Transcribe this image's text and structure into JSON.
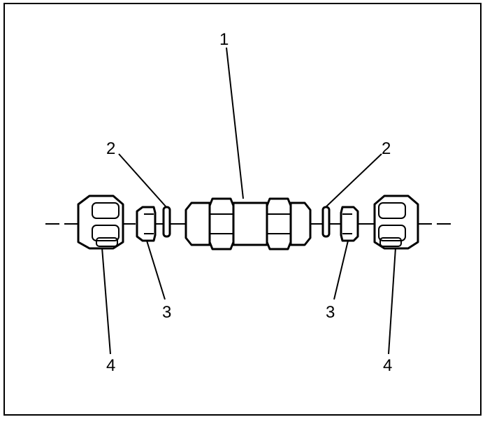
{
  "diagram": {
    "callouts": {
      "center_fitting": "1",
      "left_seal": "2",
      "right_seal": "2",
      "left_ferrule": "3",
      "right_ferrule": "3",
      "left_nut": "4",
      "right_nut": "4"
    }
  }
}
